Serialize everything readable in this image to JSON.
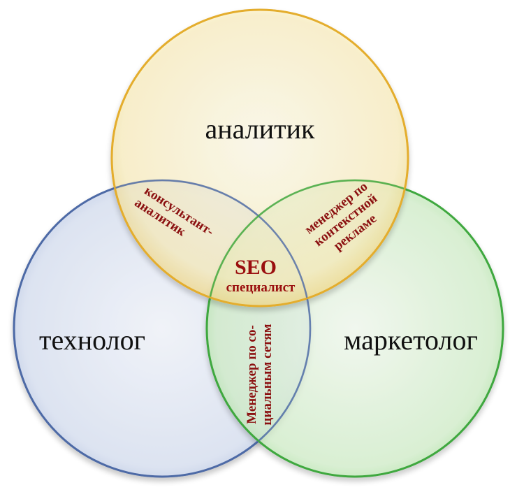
{
  "circles": {
    "top": {
      "label": "аналитик",
      "fill": "#fdf2c4",
      "stroke": "#e8b83c"
    },
    "left": {
      "label": "технолог",
      "fill": "#dfe7f5",
      "stroke": "#5a73a8"
    },
    "right": {
      "label": "маркетолог",
      "fill": "#d8f3d2",
      "stroke": "#48b048"
    }
  },
  "overlaps": {
    "top_left": [
      "консультант-",
      "аналитик"
    ],
    "top_right": [
      "менеджер по",
      "контекстной",
      "рекламе"
    ],
    "left_right": [
      "Менеджер по со-",
      "циальным сетям"
    ],
    "center": {
      "title": "SEO",
      "subtitle": "специалист"
    }
  }
}
